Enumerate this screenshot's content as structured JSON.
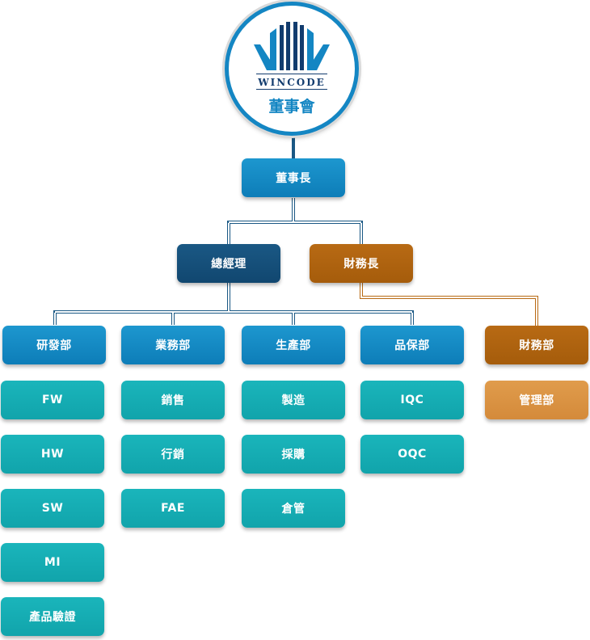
{
  "logo": {
    "wordmark": "WINCODE",
    "subtitle": "董事會"
  },
  "top": {
    "chairman": "董事長",
    "gm": "總經理",
    "cfo": "財務長"
  },
  "departments": [
    {
      "label": "研發部",
      "units": [
        "FW",
        "HW",
        "SW",
        "MI",
        "產品驗證"
      ]
    },
    {
      "label": "業務部",
      "units": [
        "銷售",
        "行銷",
        "FAE"
      ]
    },
    {
      "label": "生產部",
      "units": [
        "製造",
        "採購",
        "倉管"
      ]
    },
    {
      "label": "品保部",
      "units": [
        "IQC",
        "OQC"
      ]
    }
  ],
  "finance": {
    "label": "財務部",
    "units": [
      "管理部"
    ]
  },
  "colors": {
    "blue": "#1486c3",
    "navy": "#114770",
    "brown": "#a55c0b",
    "teal": "#11a4ab",
    "orange": "#d48a3a",
    "line_blue": "#1a5884",
    "line_brown": "#b86a14"
  }
}
